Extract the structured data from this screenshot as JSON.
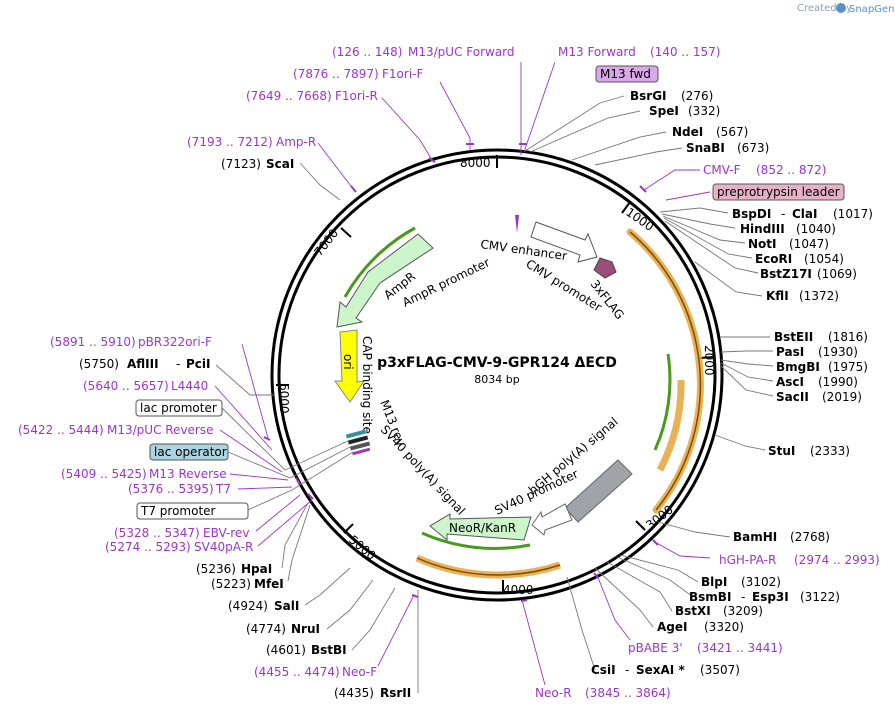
{
  "branding": {
    "created_by": "Created by",
    "product": "SnapGene"
  },
  "plasmid": {
    "name": "p3xFLAG-CMV-9-GPR124 ΔECD",
    "size": "8034 bp"
  },
  "ticks": [
    "1000",
    "2000",
    "3000",
    "4000",
    "5000",
    "6000",
    "7000",
    "8000"
  ],
  "enzymes": {
    "bsrgi": {
      "name": "BsrGI",
      "pos": "(276)"
    },
    "spei": {
      "name": "SpeI",
      "pos": "(332)"
    },
    "ndei": {
      "name": "NdeI",
      "pos": "(567)"
    },
    "snabi": {
      "name": "SnaBI",
      "pos": "(673)"
    },
    "bspdi": {
      "name": "BspDI",
      "sep": "-",
      "name2": "ClaI",
      "pos": "(1017)"
    },
    "hindiii": {
      "name": "HindIII",
      "pos": "(1040)"
    },
    "noti": {
      "name": "NotI",
      "pos": "(1047)"
    },
    "ecori": {
      "name": "EcoRI",
      "pos": "(1054)"
    },
    "bstz17i": {
      "name": "BstZ17I",
      "pos": "(1069)"
    },
    "kfli": {
      "name": "KflI",
      "pos": "(1372)"
    },
    "bsteii": {
      "name": "BstEII",
      "pos": "(1816)"
    },
    "pasi": {
      "name": "PasI",
      "pos": "(1930)"
    },
    "bmgbi": {
      "name": "BmgBI",
      "pos": "(1975)"
    },
    "asci": {
      "name": "AscI",
      "pos": "(1990)"
    },
    "sacii": {
      "name": "SacII",
      "pos": "(2019)"
    },
    "stui": {
      "name": "StuI",
      "pos": "(2333)"
    },
    "bamhi": {
      "name": "BamHI",
      "pos": "(2768)"
    },
    "blpi": {
      "name": "BlpI",
      "pos": "(3102)"
    },
    "bsmbi": {
      "name": "BsmBI",
      "sep": "-",
      "name2": "Esp3I",
      "pos": "(3122)"
    },
    "bstxi": {
      "name": "BstXI",
      "pos": "(3209)"
    },
    "agei": {
      "name": "AgeI",
      "pos": "(3320)"
    },
    "csii": {
      "name": "CsiI",
      "sep": "-",
      "name2": "SexAI *",
      "pos": "(3507)"
    },
    "rsrii": {
      "name": "RsrII",
      "pos": "(4435)"
    },
    "bstbi": {
      "name": "BstBI",
      "pos": "(4601)"
    },
    "nrui": {
      "name": "NruI",
      "pos": "(4774)"
    },
    "sali": {
      "name": "SalI",
      "pos": "(4924)"
    },
    "mfei": {
      "name": "MfeI",
      "pos": "(5223)"
    },
    "hpai": {
      "name": "HpaI",
      "pos": "(5236)"
    },
    "aflIII": {
      "name": "AflIII",
      "sep": "-",
      "name2": "PciI",
      "pos": "(5750)"
    },
    "scai": {
      "name": "ScaI",
      "pos": "(7123)"
    }
  },
  "primers": {
    "m13puc": {
      "range": "(126 .. 148)",
      "name": "M13/pUC Forward"
    },
    "m13fwd_long": {
      "name": "M13 Forward",
      "range": "(140 .. 157)"
    },
    "f1ori_f": {
      "range": "(7876 .. 7897)",
      "name": "F1ori-F"
    },
    "f1ori_r": {
      "range": "(7649 .. 7668)",
      "name": "F1ori-R"
    },
    "amp_r": {
      "range": "(7193 .. 7212)",
      "name": "Amp-R"
    },
    "cmv_f": {
      "name": "CMV-F",
      "range": "(852 .. 872)"
    },
    "pbr322ori": {
      "range": "(5891 .. 5910)",
      "name": "pBR322ori-F"
    },
    "l4440": {
      "range": "(5640 .. 5657)",
      "name": "L4440"
    },
    "m13puc_rev": {
      "range": "(5422 .. 5444)",
      "name": "M13/pUC Reverse"
    },
    "m13rev": {
      "range": "(5409 .. 5425)",
      "name": "M13 Reverse"
    },
    "t7": {
      "range": "(5376 .. 5395)",
      "name": "T7"
    },
    "ebv_rev": {
      "range": "(5328 .. 5347)",
      "name": "EBV-rev"
    },
    "sv40pa_r": {
      "range": "(5274 .. 5293)",
      "name": "SV40pA-R"
    },
    "hgh_pa_r": {
      "name": "hGH-PA-R",
      "range": "(2974 .. 2993)"
    },
    "pbabe3": {
      "name": "pBABE 3'",
      "range": "(3421 .. 3441)"
    },
    "neo_f": {
      "range": "(4455 .. 4474)",
      "name": "Neo-F"
    },
    "neo_r": {
      "name": "Neo-R",
      "range": "(3845 .. 3864)"
    }
  },
  "boxed_labels": {
    "m13fwd": "M13 fwd",
    "preprotrypsin": "preprotrypsin leader",
    "lac_promoter": "lac promoter",
    "lac_operator": "lac operator",
    "t7_promoter": "T7 promoter"
  },
  "features": {
    "cmv_enhancer": "CMV enhancer",
    "cmv_promoter": "CMV promoter",
    "flag": "3xFLAG",
    "ampr": "AmpR",
    "ampr_promoter": "AmpR promoter",
    "ori": "ori",
    "cap": "CAP binding site",
    "m13rev": "M13 rev",
    "sv40pa": "SV40 poly(A) signal",
    "hgh": "hGH poly(A) signal",
    "sv40promoter": "SV40 promoter",
    "neor": "NeoR/KanR"
  },
  "colors": {
    "primer": "#9b35c9",
    "ampr_fill": "#ccf5cc",
    "ori_fill": "#ffff00",
    "orf_orange": "#e8a33a",
    "green_arrow": "#4a9a1a",
    "grey_feature": "#a0a4a8",
    "flag_fill": "#9b4d7a"
  }
}
